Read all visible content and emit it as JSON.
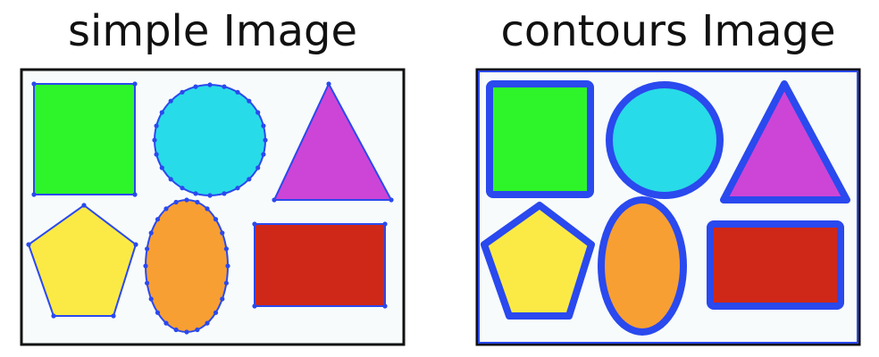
{
  "panels": {
    "left": {
      "title": "simple Image"
    },
    "right": {
      "title": "contours Image"
    }
  },
  "colors": {
    "background": "#f7fbfb",
    "border": "#111111",
    "contour": "#2a49ee",
    "green": "#2ef52a",
    "cyan": "#28dbe8",
    "magenta": "#cd45d6",
    "yellow": "#fbea45",
    "orange": "#f89f33",
    "red": "#cf2818"
  },
  "shapes": [
    {
      "name": "green-square",
      "kind": "rectangle",
      "color": "green"
    },
    {
      "name": "cyan-circle",
      "kind": "circle",
      "color": "cyan"
    },
    {
      "name": "magenta-triangle",
      "kind": "triangle",
      "color": "magenta"
    },
    {
      "name": "yellow-pentagon",
      "kind": "pentagon",
      "color": "yellow"
    },
    {
      "name": "orange-ellipse",
      "kind": "ellipse",
      "color": "orange"
    },
    {
      "name": "red-rectangle",
      "kind": "rectangle",
      "color": "red"
    }
  ]
}
